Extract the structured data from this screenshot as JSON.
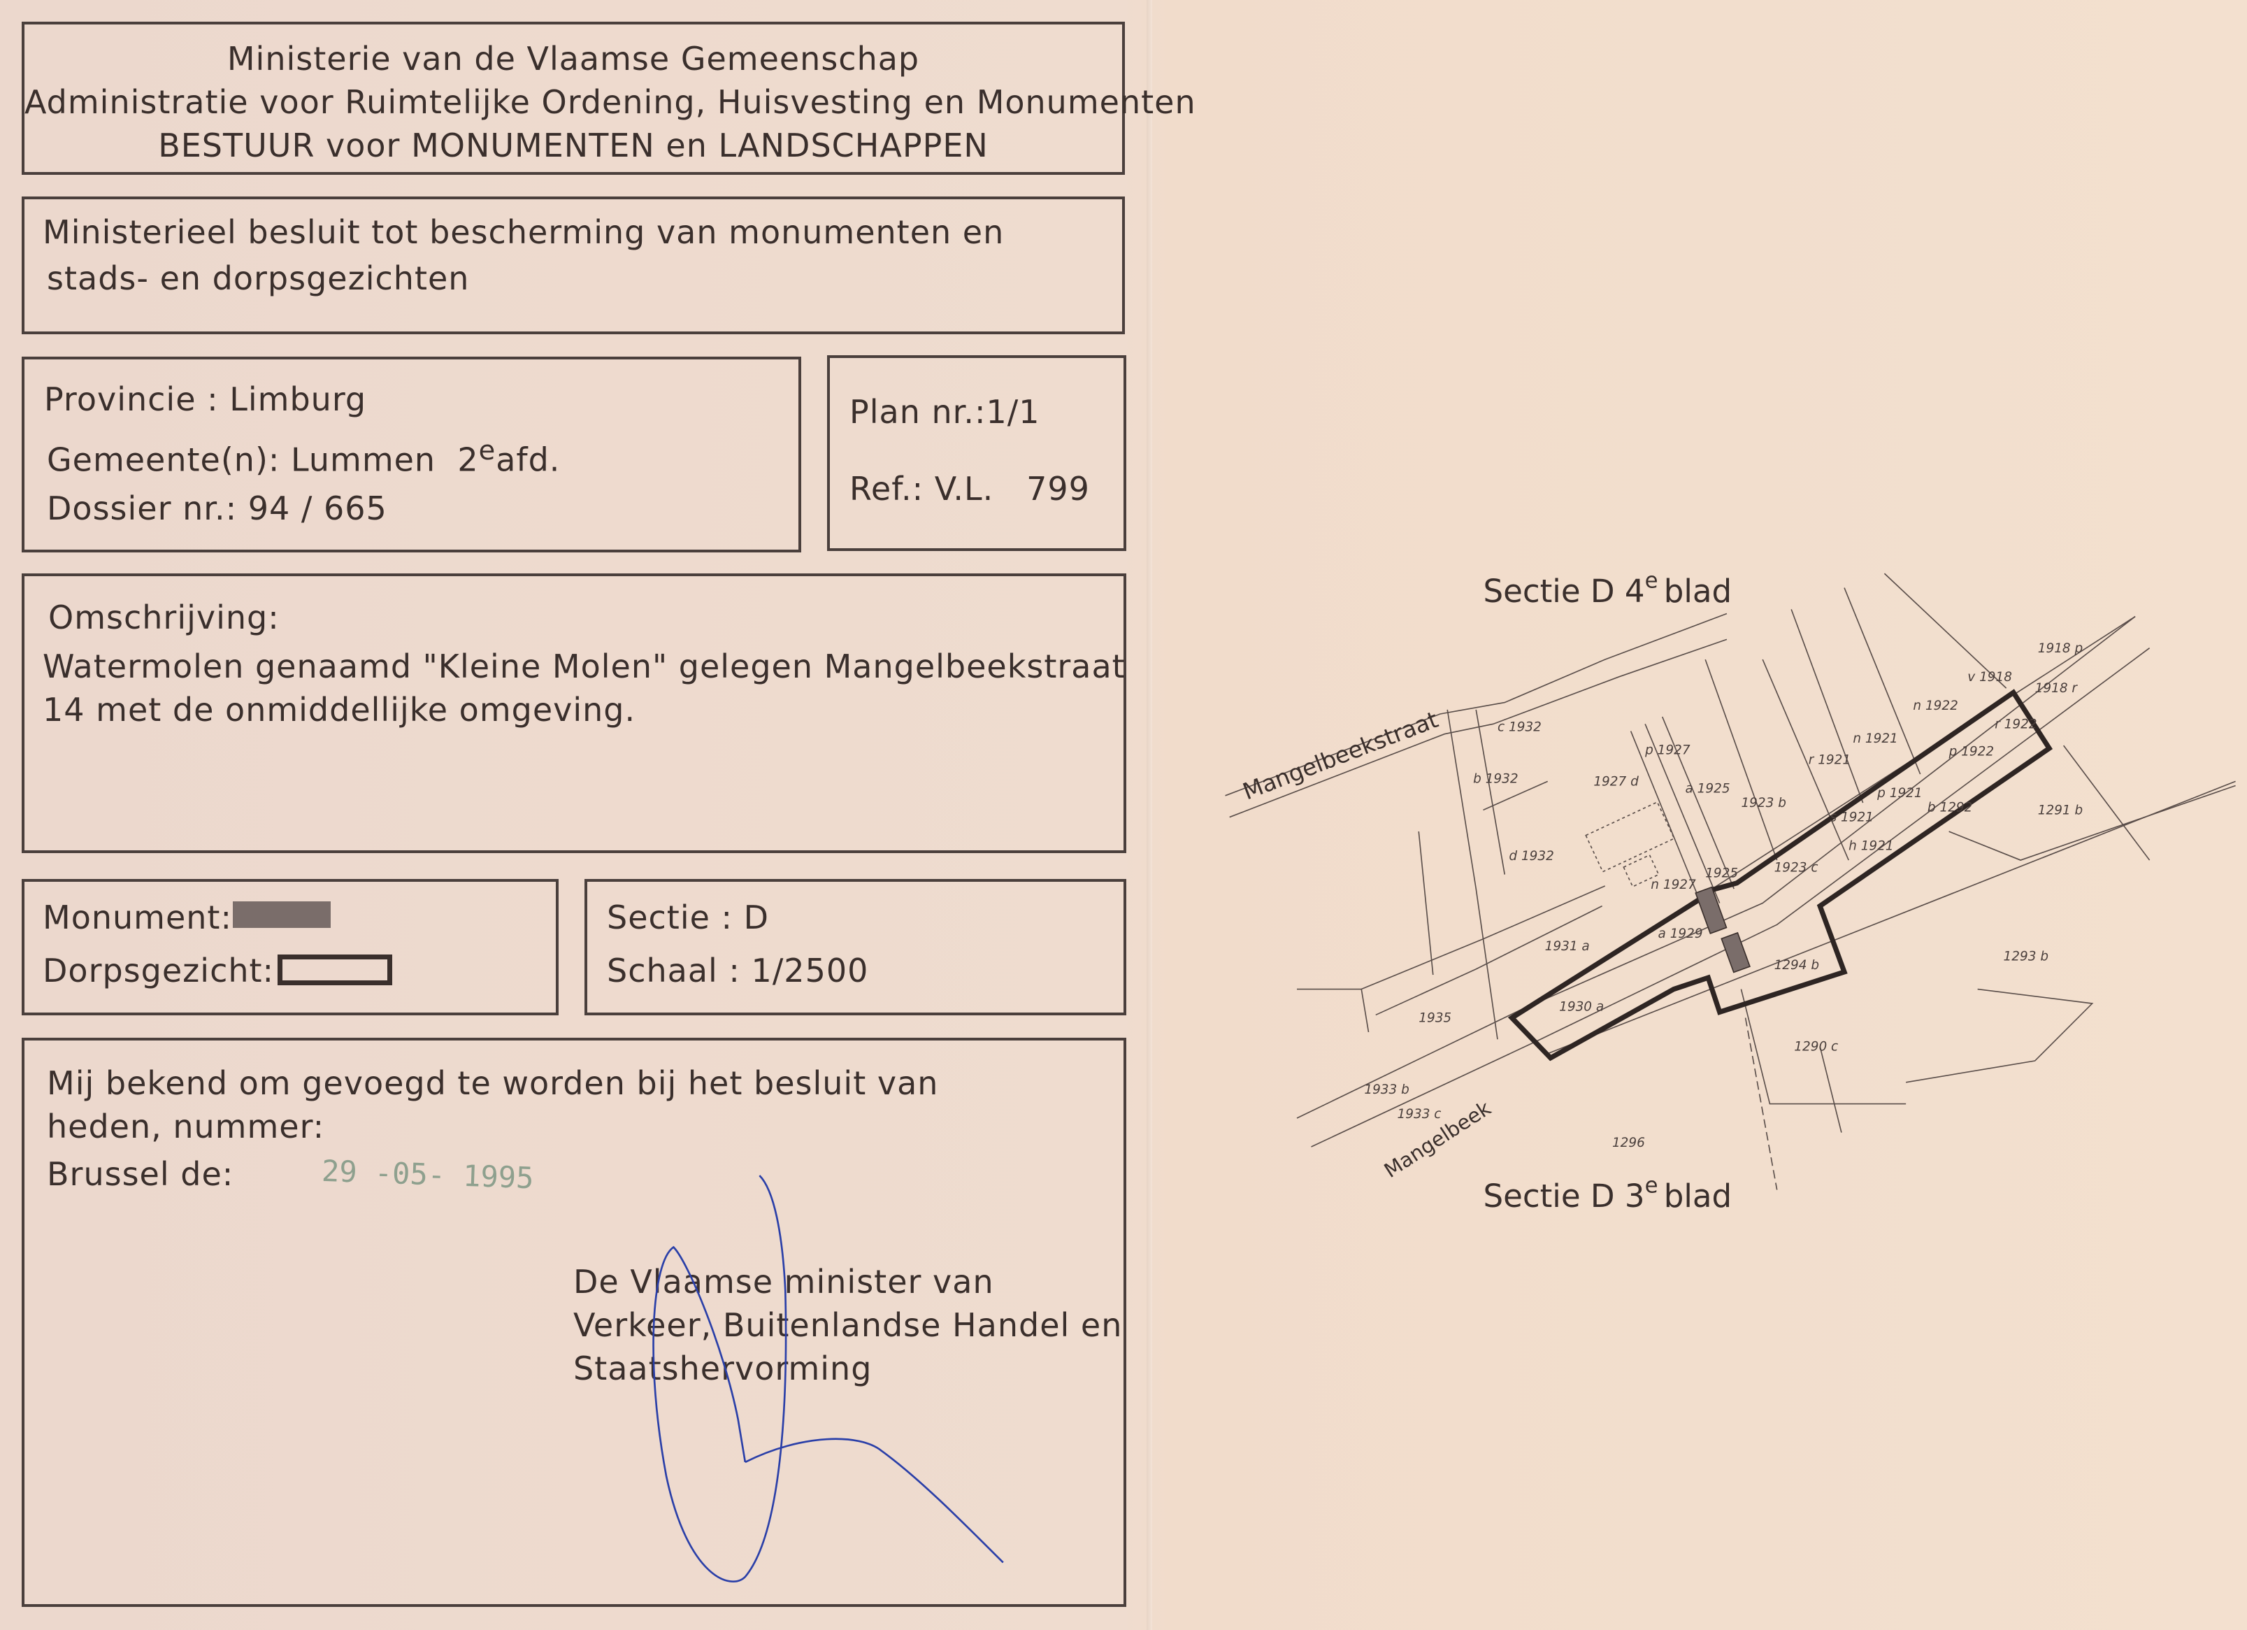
{
  "header": {
    "line1": "Ministerie van de Vlaamse Gemeenschap",
    "line2": "Administratie voor Ruimtelijke Ordening, Huisvesting en Monumenten",
    "line3": "BESTUUR voor MONUMENTEN en LANDSCHAPPEN"
  },
  "decree": {
    "line1": "Ministerieel besluit tot bescherming van monumenten en",
    "line2": "stads- en dorpsgezichten"
  },
  "location": {
    "provincie_label": "Provincie :",
    "provincie": "Limburg",
    "gemeente_label": "Gemeente(n):",
    "gemeente": "Lummen",
    "afd_num": "2",
    "afd_sup": "e",
    "afd": "afd.",
    "dossier_label": "Dossier nr.:",
    "dossier": "94 / 665"
  },
  "plan": {
    "plan_label": "Plan nr.:",
    "plan": "1/1",
    "ref_label": "Ref.: V.L.",
    "ref": "799"
  },
  "description": {
    "label": "Omschrijving:",
    "line1": "Watermolen genaamd \"Kleine Molen\" gelegen Mangelbeekstraat",
    "line2": "14 met de onmiddellijke omgeving."
  },
  "legend": {
    "monument": "Monument:",
    "dorpsgezicht": "Dorpsgezicht:",
    "monument_color": "#7a6d6a"
  },
  "section": {
    "sectie_label": "Sectie :",
    "sectie": "D",
    "schaal_label": "Schaal :",
    "schaal": "1/2500"
  },
  "approval": {
    "line1": "Mij bekend om gevoegd te worden bij het besluit van",
    "line2": "heden, nummer:",
    "brussel_label": "Brussel de:",
    "date_stamp": "29 -05- 1995",
    "minister1": "De Vlaamse minister van",
    "minister2": "Verkeer, Buitenlandse Handel en",
    "minister3": "Staatshervorming"
  },
  "map": {
    "top_title": "Sectie D 4",
    "top_sup": "e",
    "top_suffix": "blad",
    "bottom_title": "Sectie D 3",
    "bottom_sup": "e",
    "bottom_suffix": "blad",
    "street": "Mangelbeekstraat",
    "river": "Mangelbeek",
    "parcels": [
      "1918 p",
      "1918 r",
      "v 1918",
      "n 1922",
      "r 1922",
      "p 1922",
      "n 1921",
      "r 1921",
      "p 1921",
      "s 1921",
      "h 1921",
      "b 1292",
      "1291 b",
      "1923 b",
      "1923 c",
      "a 1925",
      "p 1927",
      "1927 d",
      "n 1927",
      "1925",
      "a 1929",
      "1931 a",
      "1930 a",
      "1294 b",
      "1293 b",
      "1290 c",
      "1296",
      "1935",
      "1933 b",
      "1933 c",
      "c 1932",
      "b 1932",
      "d 1932"
    ]
  }
}
